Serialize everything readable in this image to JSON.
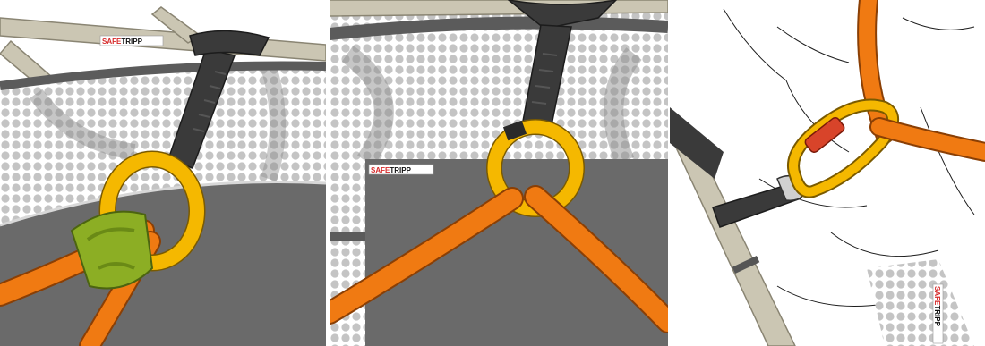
{
  "panels": [
    {
      "logo": {
        "red": "SAFE",
        "black": "TRIPP"
      }
    },
    {
      "logo": {
        "red": "SAFE",
        "black": "TRIPP"
      }
    },
    {
      "logo": {
        "red": "SAFE",
        "black": "TRIPP"
      }
    }
  ],
  "colors": {
    "frame": "#cbc6b3",
    "net_dots": "#c4c4c4",
    "floor": "#6a6a6a",
    "strap": "#3a3a3a",
    "ring": "#f5b800",
    "rope": "#f07a12",
    "clamp": "#8cae24",
    "carabiner_gate": "#d8442a"
  }
}
